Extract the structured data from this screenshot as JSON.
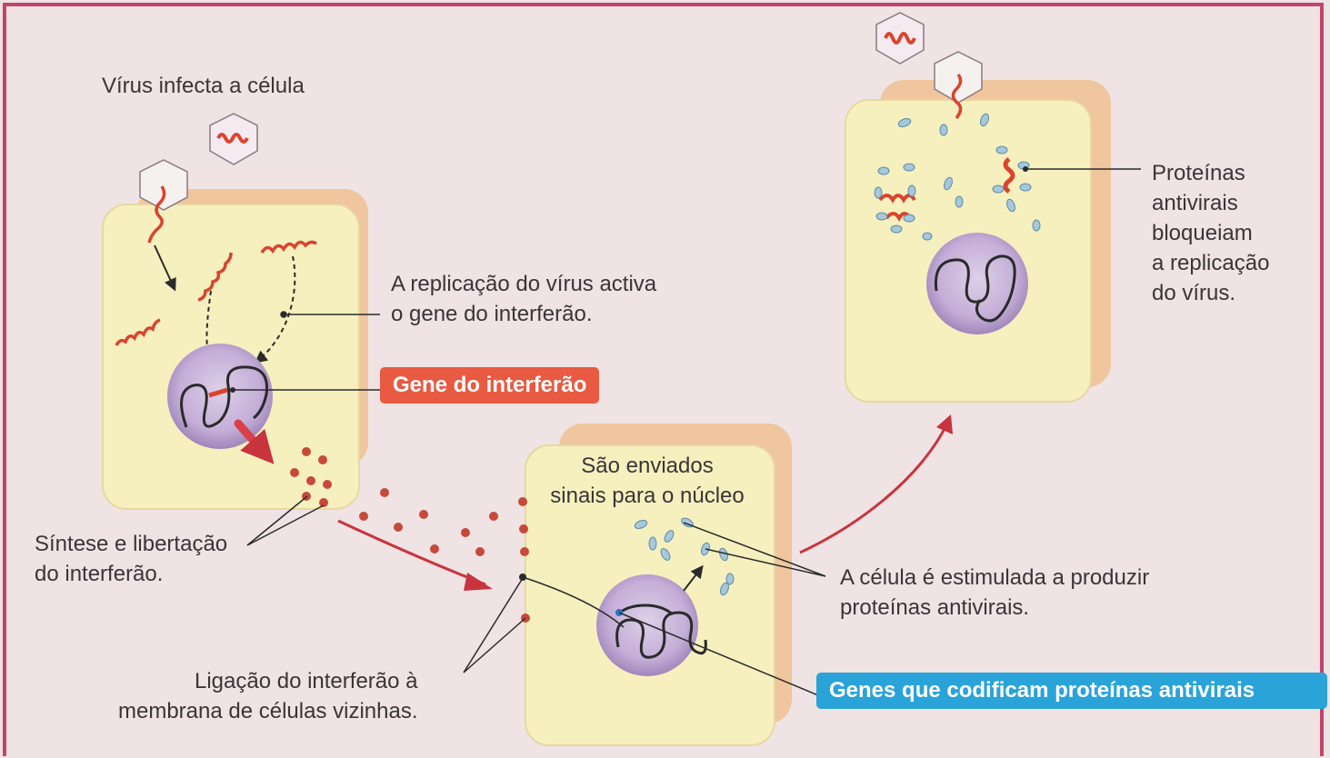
{
  "labels": {
    "virus_infects": "Vírus infecta a célula",
    "replication_activates": [
      "A replicação do vírus activa",
      "o gene do interferão."
    ],
    "synthesis": [
      "Síntese e libertação",
      "do interferão."
    ],
    "binding": [
      "Ligação do interferão à",
      "membrana de células vizinhas."
    ],
    "signals": [
      "São enviados",
      "sinais para o núcleo"
    ],
    "stimulated": [
      "A célula é estimulada a produzir",
      "proteínas antivirais."
    ],
    "proteins_block": [
      "Proteínas",
      "antivirais",
      "bloqueiam",
      "a replicação",
      "do vírus."
    ]
  },
  "badges": {
    "interferon_gene": "Gene do interferão",
    "antiviral_genes": "Genes que codificam proteínas antivirais"
  },
  "colors": {
    "frame": "#c2436f",
    "cell_fill": "#f6f0bf",
    "cell_side": "#f0c69e",
    "nucleus": "#c8b3d8",
    "virus_rna": "#d9442f",
    "interferon_dot": "#c6493a",
    "arrow_red": "#c8343e",
    "protein": "#a5c8db",
    "badge_red": "#e85a41",
    "badge_blue": "#2aa3d8"
  }
}
